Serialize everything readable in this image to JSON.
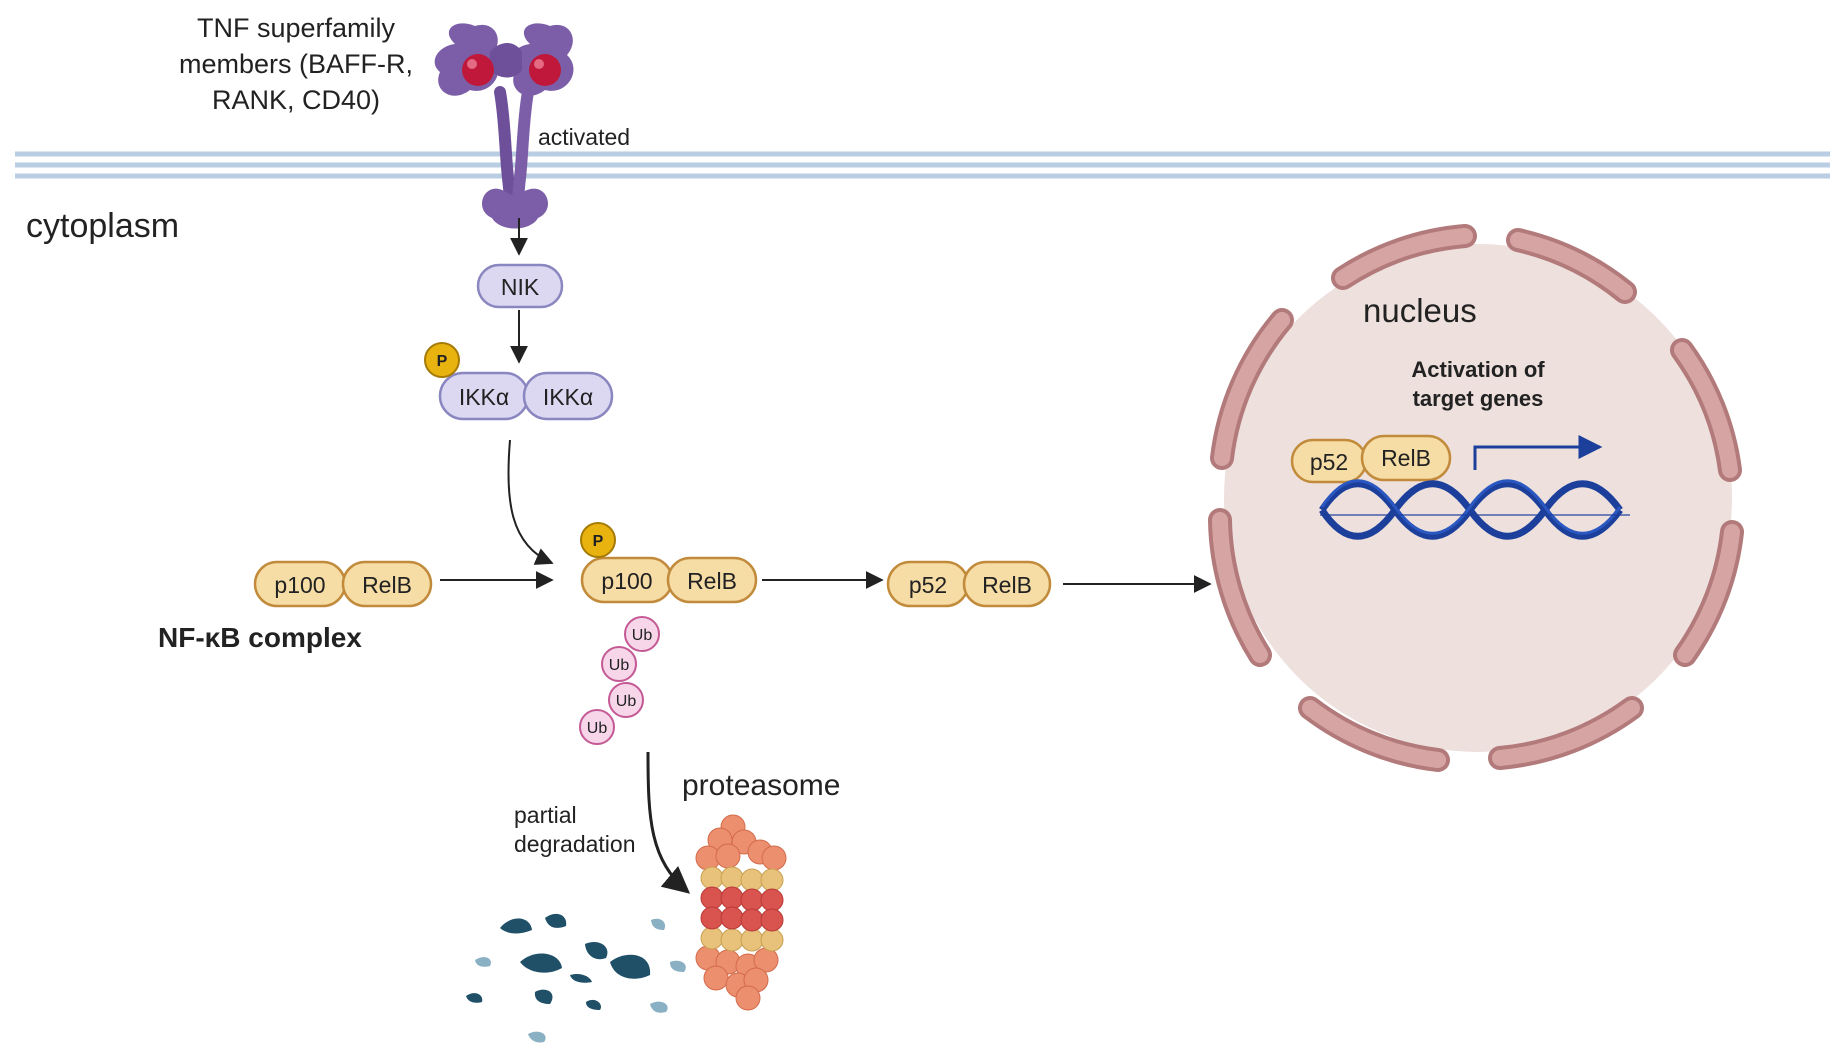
{
  "labels": {
    "receptor": [
      "TNF superfamily",
      "members (BAFF-R,",
      "RANK, CD40)"
    ],
    "activated": "activated",
    "cytoplasm": "cytoplasm",
    "nucleus": "nucleus",
    "activation_of_target_genes": [
      "Activation of",
      "target genes"
    ],
    "nfkb_complex": "NF-κB complex",
    "partial_degradation": [
      "partial",
      "degradation"
    ],
    "proteasome": "proteasome"
  },
  "proteins": {
    "nik": "NIK",
    "ikk_a": "IKKα",
    "ikk_b": "IKKα",
    "phospho": "P",
    "p100": "p100",
    "relb": "RelB",
    "p52": "p52",
    "ub": "Ub"
  },
  "colors": {
    "membrane": "#b9cde3",
    "receptor": "#7b5ea7",
    "ligand": "#c0183a",
    "nik_fill": "#dcd8f2",
    "nik_stroke": "#8a86c0",
    "protein_fill": "#f6dca5",
    "protein_stroke": "#c28b3c",
    "phospho_fill": "#e8b30f",
    "ub_fill": "#f6d6e8",
    "ub_stroke": "#c45a95",
    "nucleus_fill": "#ede0dd",
    "nucleus_envelope": "#d7a4a4",
    "dna": "#1c3f9c",
    "fragments": "#1f5068",
    "proteasome_outer": "#eb8f6e",
    "proteasome_band": "#e8c27a",
    "proteasome_inner": "#d9534f"
  }
}
